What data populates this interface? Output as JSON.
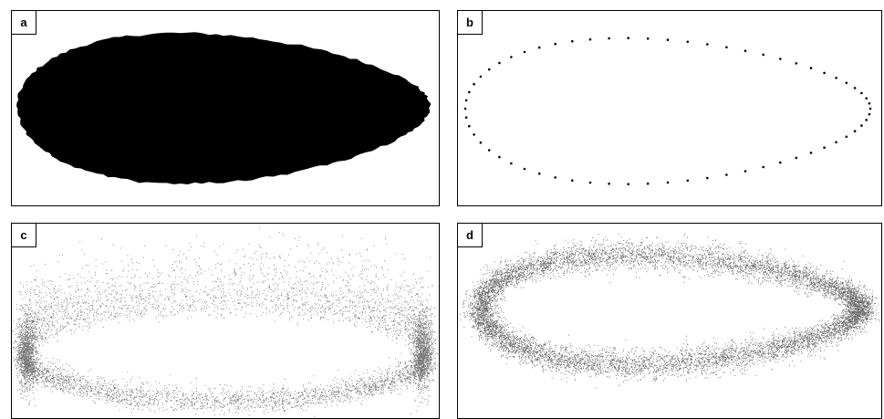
{
  "panels": [
    {
      "label": "a"
    },
    {
      "label": "b"
    },
    {
      "label": "c"
    },
    {
      "label": "d"
    }
  ],
  "colors": {
    "ink": "#000000",
    "background": "#ffffff",
    "border": "#000000"
  }
}
